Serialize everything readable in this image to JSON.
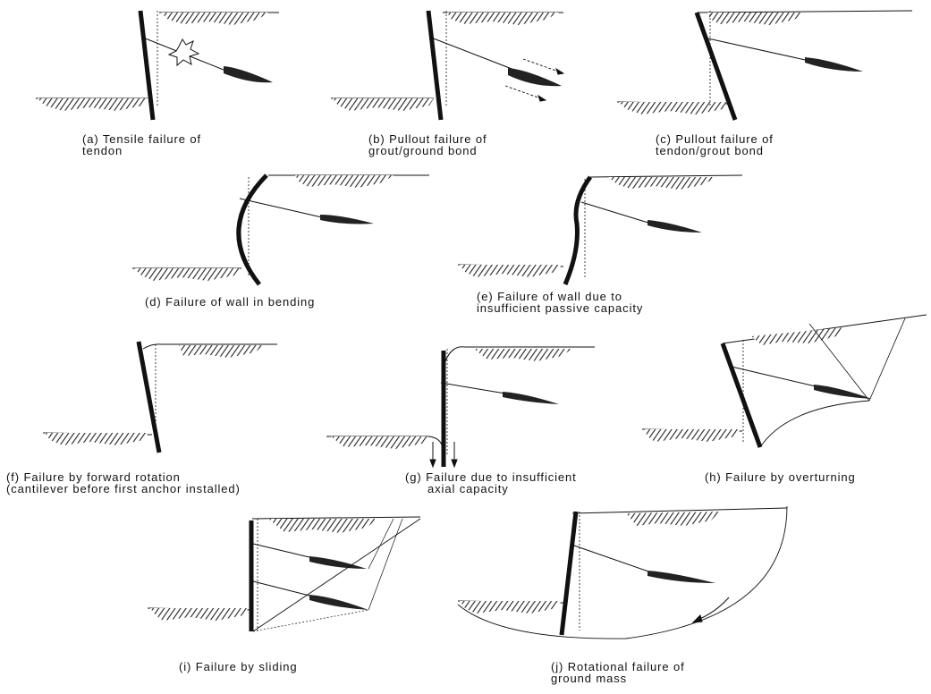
{
  "panels": [
    {
      "id": "a",
      "line1": "(a) Tensile failure of",
      "line2": "tendon"
    },
    {
      "id": "b",
      "line1": "(b) Pullout failure of",
      "line2": "grout/ground bond"
    },
    {
      "id": "c",
      "line1": "(c) Pullout failure of",
      "line2": "tendon/grout bond"
    },
    {
      "id": "d",
      "line1": "(d) Failure of wall in bending",
      "line2": ""
    },
    {
      "id": "e",
      "line1": "(e)  Failure of wall due to",
      "line2": "insufficient passive capacity"
    },
    {
      "id": "f",
      "line1": "(f) Failure by forward rotation",
      "line2": "(cantilever before first anchor installed)"
    },
    {
      "id": "g",
      "line1": "(g) Failure due to insufficient",
      "line2": "axial capacity"
    },
    {
      "id": "h",
      "line1": "(h) Failure by overturning",
      "line2": ""
    },
    {
      "id": "i",
      "line1": "(i) Failure by sliding",
      "line2": ""
    },
    {
      "id": "j",
      "line1": "(j) Rotational failure of",
      "line2": "ground mass"
    }
  ],
  "colors": {
    "ink": "#111111",
    "hatch": "#333333",
    "background": "#ffffff"
  }
}
